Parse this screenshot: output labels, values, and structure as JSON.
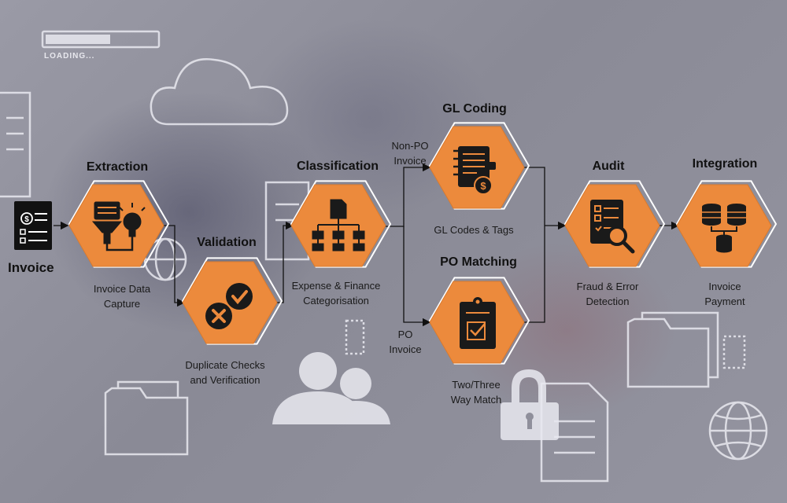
{
  "loading_text": "LOADING...",
  "colors": {
    "hexagon": "#ec8a3c",
    "outline": "#ffffff",
    "icon": "#1a1a1a",
    "connector": "#111111"
  },
  "start": {
    "title": "Invoice",
    "icon": "invoice-document-icon"
  },
  "stages": [
    {
      "title": "Extraction",
      "caption_lines": [
        "Invoice Data",
        "Capture"
      ],
      "icon": "data-capture-icon"
    },
    {
      "title": "Validation",
      "caption_lines": [
        "Duplicate Checks",
        "and Verification"
      ],
      "icon": "check-cross-icon"
    },
    {
      "title": "Classification",
      "caption_lines": [
        "Expense & Finance",
        "Categorisation"
      ],
      "icon": "hierarchy-icon"
    },
    {
      "title": "GL Coding",
      "caption_lines": [
        "GL Codes & Tags"
      ],
      "icon": "ledger-coin-icon"
    },
    {
      "title": "PO Matching",
      "caption_lines": [
        "Two/Three",
        "Way Match"
      ],
      "icon": "clipboard-check-icon"
    },
    {
      "title": "Audit",
      "caption_lines": [
        "Fraud & Error",
        "Detection"
      ],
      "icon": "audit-search-icon"
    },
    {
      "title": "Integration",
      "caption_lines": [
        "Invoice",
        "Payment"
      ],
      "icon": "database-icon"
    }
  ],
  "branches": {
    "non_po": [
      "Non-PO",
      "Invoice"
    ],
    "po": [
      "PO",
      "Invoice"
    ]
  }
}
